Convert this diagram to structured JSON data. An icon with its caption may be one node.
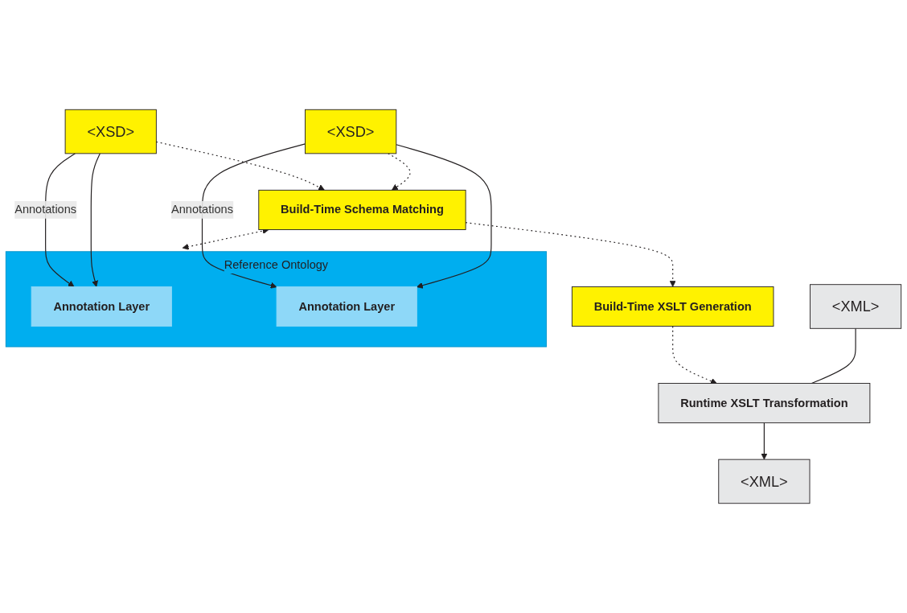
{
  "diagram": {
    "nodes": [
      {
        "text": [
          "Reference Ontology"
        ]
      },
      {
        "text": [
          "Annotation Layer"
        ],
        "in": 0
      },
      {
        "text": [
          "Annotation Layer"
        ],
        "in": 0
      },
      {
        "text": [
          "<XSD>"
        ]
      },
      {
        "text": [
          "Build-Time Schema Matching"
        ]
      },
      {
        "text": [
          "<XSD>"
        ]
      },
      {
        "text": [
          "Build-Time XSLT Generation"
        ]
      },
      {
        "text": [
          "<XML>"
        ]
      },
      {
        "text": [
          "Runtime XSLT Transformation"
        ]
      },
      {
        "text": [
          "<XML>"
        ]
      }
    ],
    "edges": [
      {
        "from": 3,
        "to": 1,
        "arrow": "to",
        "label": "Annotations"
      },
      {
        "from": 3,
        "to": 1,
        "arrow": "to"
      },
      {
        "from": 5,
        "to": 2,
        "arrow": "to",
        "label": "Annotations"
      },
      {
        "from": 5,
        "to": 2,
        "arrow": "to"
      },
      {
        "from": 4,
        "to": 0,
        "arrow": "both",
        "style": "dashed"
      },
      {
        "from": 3,
        "to": 4,
        "arrow": "to",
        "style": "dashed"
      },
      {
        "from": 5,
        "to": 4,
        "arrow": "to",
        "style": "dashed"
      },
      {
        "from": 4,
        "to": 6,
        "arrow": "to",
        "style": "dashed"
      },
      {
        "from": 6,
        "to": 8,
        "arrow": "to",
        "style": "dashed"
      },
      {
        "from": 7,
        "to": 8,
        "arrow": "none"
      },
      {
        "from": 8,
        "to": 9,
        "arrow": "to"
      }
    ]
  }
}
